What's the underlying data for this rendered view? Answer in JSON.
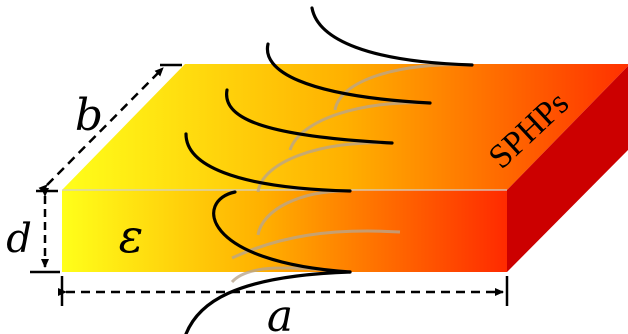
{
  "labels": {
    "a": "a",
    "b": "b",
    "d": "d",
    "epsilon": "ε",
    "sphps": "SPHPs"
  },
  "colors": {
    "gradient_start": "#ffff1a",
    "gradient_mid": "#ffb000",
    "gradient_end": "#ff2a00",
    "top_end": "#ff3000",
    "side_face": "#cc0000",
    "front_line": "#d0d0d0",
    "helix_front": "#000000",
    "helix_back": "#b9a58c"
  },
  "helix": {
    "turns": 5,
    "visible": true
  }
}
